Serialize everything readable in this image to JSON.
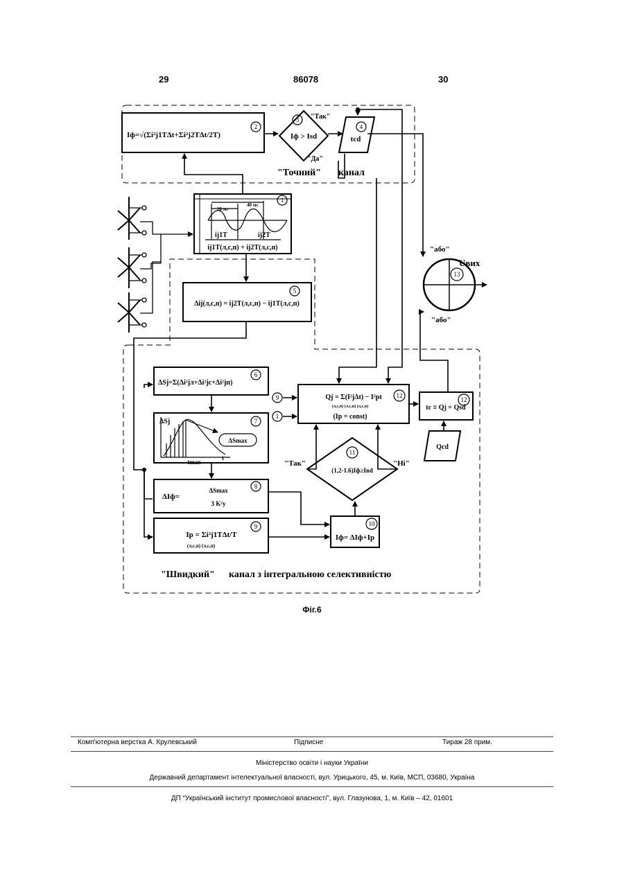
{
  "header": {
    "page_left": "29",
    "patent_number": "86078",
    "page_right": "30"
  },
  "diagram": {
    "labels": {
      "yes_top": "\"Так\"",
      "da": "\"Да\"",
      "exact_channel": "\"Точний\"",
      "channel_word": "канал",
      "or_top": "\"або\"",
      "or_bottom": "\"або\"",
      "u_out": "Uвих",
      "yes_11": "\"Так\"",
      "no_11": "\"Ні\"",
      "fast_channel": "\"Швидкий\"",
      "fast_channel_rest": "канал з інтегральною селективністю",
      "t20": "20 мс",
      "t40": "40 мс",
      "qsd": "Qсd",
      "tsd": "tсd",
      "delta_smax": "ΔSmax",
      "tmax": "tmax",
      "t_axis": "t",
      "ds_axis": "ΔSj",
      "i1t": "ij1T",
      "i2t": "ij2T"
    },
    "blocks": {
      "b1_formula": "ij1T(л,с,п) + ij2T(л,с,п)",
      "b2_formula": "Iф=√(Σi²j1TΔt+Σi²j2TΔt/2T)",
      "b3_formula": "Iф > Isd",
      "b5_formula": "Δij(л,с,п) = ij2T(л,с,п) − ij1T(л,с,п)",
      "b6_formula": "ΔSj=Σ(Δi²jл+Δi²jс+Δi²jп)",
      "b8_formula_left": "ΔIф=",
      "b8_num": "ΔSmax",
      "b8_den": "3 K²y",
      "b9_formula": "Ip = Σi²j1TΔt/T",
      "b9_sub": "(л,с,п)      (л,с,п)",
      "b10_formula": "Iф= ΔIф+Ip",
      "b11_formula": "(1,2-1.6)Iф≥Iвd",
      "b12a_formula": "Qj = Σ(I²jΔt) − I²pt",
      "b12a_sub": "(л,с,п) (л,с,п)       (л,с,п)",
      "b12a_const": "(Ip = const)",
      "b12b_formula": "tc ≡ Qj = Qsd"
    },
    "numbers": [
      "1",
      "2",
      "3",
      "4",
      "5",
      "6",
      "7",
      "8",
      "9",
      "10",
      "11",
      "12",
      "12",
      "13"
    ],
    "input_refs": {
      "ref9": "9",
      "ref1": "1"
    }
  },
  "caption": "Фіг.6",
  "footer": {
    "layout": "Комп'ютерна верстка А. Крулевський",
    "signed": "Підписне",
    "circulation": "Тираж 28 прим.",
    "ministry": "Міністерство освіти і науки України",
    "department": "Державний департамент інтелектуальної власності, вул. Урицького, 45, м. Київ, МСП, 03680, Україна",
    "institute": "ДП “Український інститут промислової власності”, вул. Глазунова, 1, м. Київ – 42, 01601"
  }
}
